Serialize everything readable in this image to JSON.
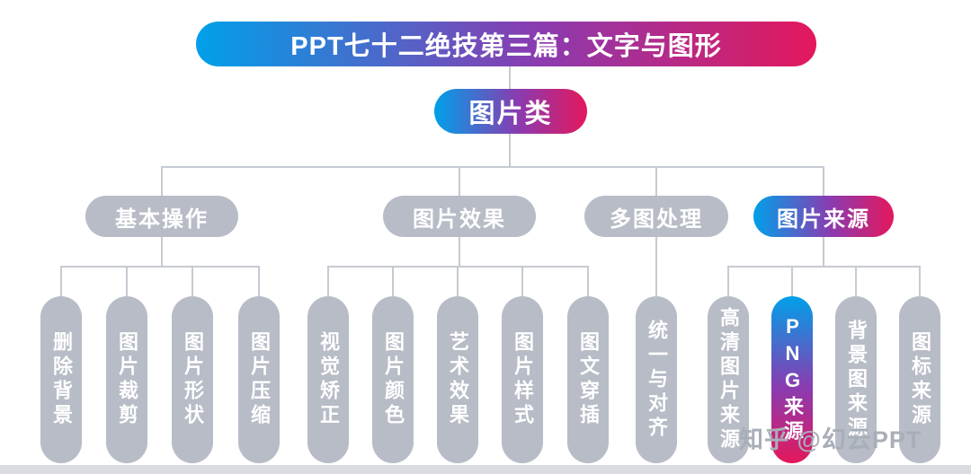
{
  "title": "PPT七十二绝技第三篇：文字与图形",
  "root": "图片类",
  "branches": [
    {
      "label": "基本操作",
      "children": [
        "删除背景",
        "图片裁剪",
        "图片形状",
        "图片压缩"
      ]
    },
    {
      "label": "图片效果",
      "children": [
        "视觉矫正",
        "图片颜色",
        "艺术效果",
        "图片样式",
        "图文穿插"
      ]
    },
    {
      "label": "多图处理",
      "children": [
        "统一与对齐"
      ]
    },
    {
      "label": "图片来源",
      "children": [
        "高清图片来源",
        "PNG来源",
        "背景图来源",
        "图标来源"
      ]
    }
  ],
  "watermark": "知乎 @幻云PPT",
  "colors": {
    "gradient_start": "#00a0e9",
    "gradient_end": "#e4185c",
    "node_gray": "#b7bcc6",
    "line_gray": "#c6cad2"
  }
}
